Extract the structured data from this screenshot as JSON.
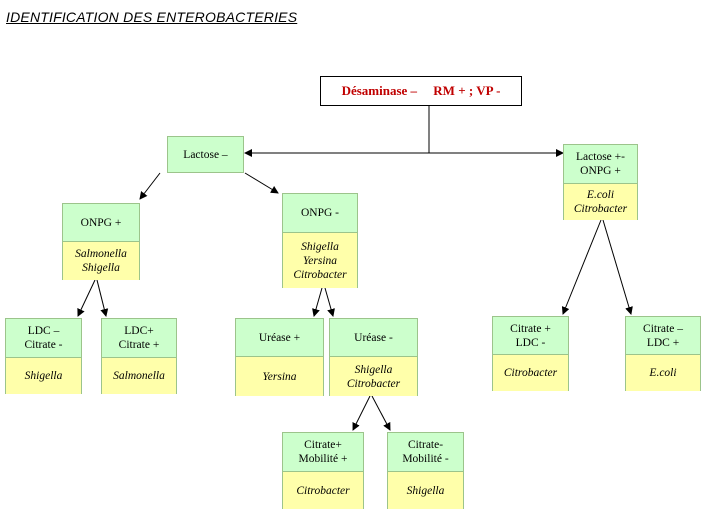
{
  "title": "IDENTIFICATION DES ENTEROBACTERIES",
  "root": {
    "label": "Désaminase –     RM + ; VP -"
  },
  "lactose_neg": {
    "label": "Lactose –"
  },
  "onpg_pos": {
    "top": [
      "ONPG +"
    ],
    "bottom": [
      "Salmonella",
      "Shigella"
    ]
  },
  "onpg_neg": {
    "top": [
      "ONPG -"
    ],
    "bottom": [
      "Shigella",
      "Yersina",
      "Citrobacter"
    ]
  },
  "ldc_neg_citrate_neg": {
    "top": [
      "LDC –",
      "Citrate -"
    ],
    "bottom": [
      "Shigella"
    ]
  },
  "ldc_pos_citrate_pos": {
    "top": [
      "LDC+",
      "Citrate +"
    ],
    "bottom": [
      "Salmonella"
    ]
  },
  "urease_pos": {
    "top": [
      "Uréase +"
    ],
    "bottom": [
      "Yersina"
    ]
  },
  "urease_neg": {
    "top": [
      "Uréase -"
    ],
    "bottom": [
      "Shigella",
      "Citrobacter"
    ]
  },
  "citrate_pos_mob_pos": {
    "top": [
      "Citrate+",
      "Mobilité +"
    ],
    "bottom": [
      "Citrobacter"
    ]
  },
  "citrate_neg_mob_neg": {
    "top": [
      "Citrate-",
      "Mobilité -"
    ],
    "bottom": [
      "Shigella"
    ]
  },
  "lactose_pm": {
    "top": [
      "Lactose +-",
      "ONPG +"
    ],
    "bottom": [
      "E.coli",
      "Citrobacter"
    ]
  },
  "citrate_pos_ldc_neg": {
    "top": [
      "Citrate +",
      "LDC -"
    ],
    "bottom": [
      "Citrobacter"
    ]
  },
  "citrate_neg_ldc_pos": {
    "top": [
      "Citrate –",
      "LDC +"
    ],
    "bottom": [
      "E.coli"
    ]
  },
  "colors": {
    "node_top": "#ccffcc",
    "node_bottom": "#ffffaa",
    "node_border": "#9cc48b",
    "root_text": "#c00000"
  }
}
